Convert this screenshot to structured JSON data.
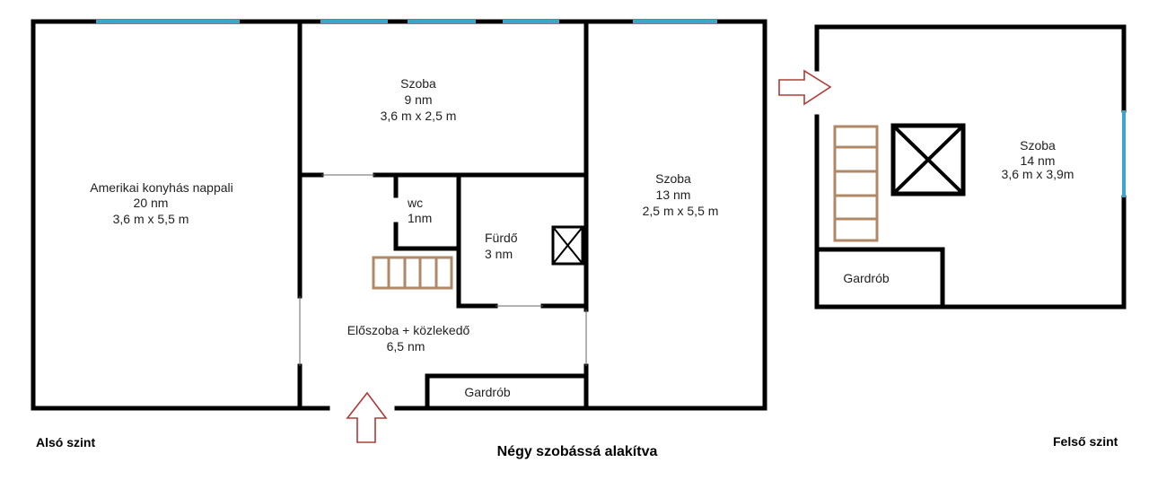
{
  "lower_floor": {
    "label": "Alsó szint",
    "rooms": {
      "living": {
        "name": "Amerikai konyhás nappali",
        "area": "20 nm",
        "size": "3,6 m x 5,5 m"
      },
      "room_top": {
        "name": "Szoba",
        "area": "9 nm",
        "size": "3,6 m x 2,5 m"
      },
      "room_right": {
        "name": "Szoba",
        "area": "13 nm",
        "size": "2,5 m x 5,5 m"
      },
      "wc": {
        "name": "wc",
        "area": "1nm"
      },
      "bathroom": {
        "name": "Fürdő",
        "area": "3 nm"
      },
      "hall": {
        "name": "Előszoba + közlekedő",
        "area": "6,5 nm"
      },
      "wardrobe": {
        "name": "Gardrób"
      }
    }
  },
  "upper_floor": {
    "label": "Felső szint",
    "rooms": {
      "room": {
        "name": "Szoba",
        "area": "14 nm",
        "size": "3,6 m x 3,9m"
      },
      "wardrobe": {
        "name": "Gardrób"
      }
    }
  },
  "caption": "Négy szobássá alakítva",
  "colors": {
    "wall": "#000000",
    "window": "#3aa6cc",
    "stairs": "#b08866",
    "arrow": "#b03a3a"
  }
}
